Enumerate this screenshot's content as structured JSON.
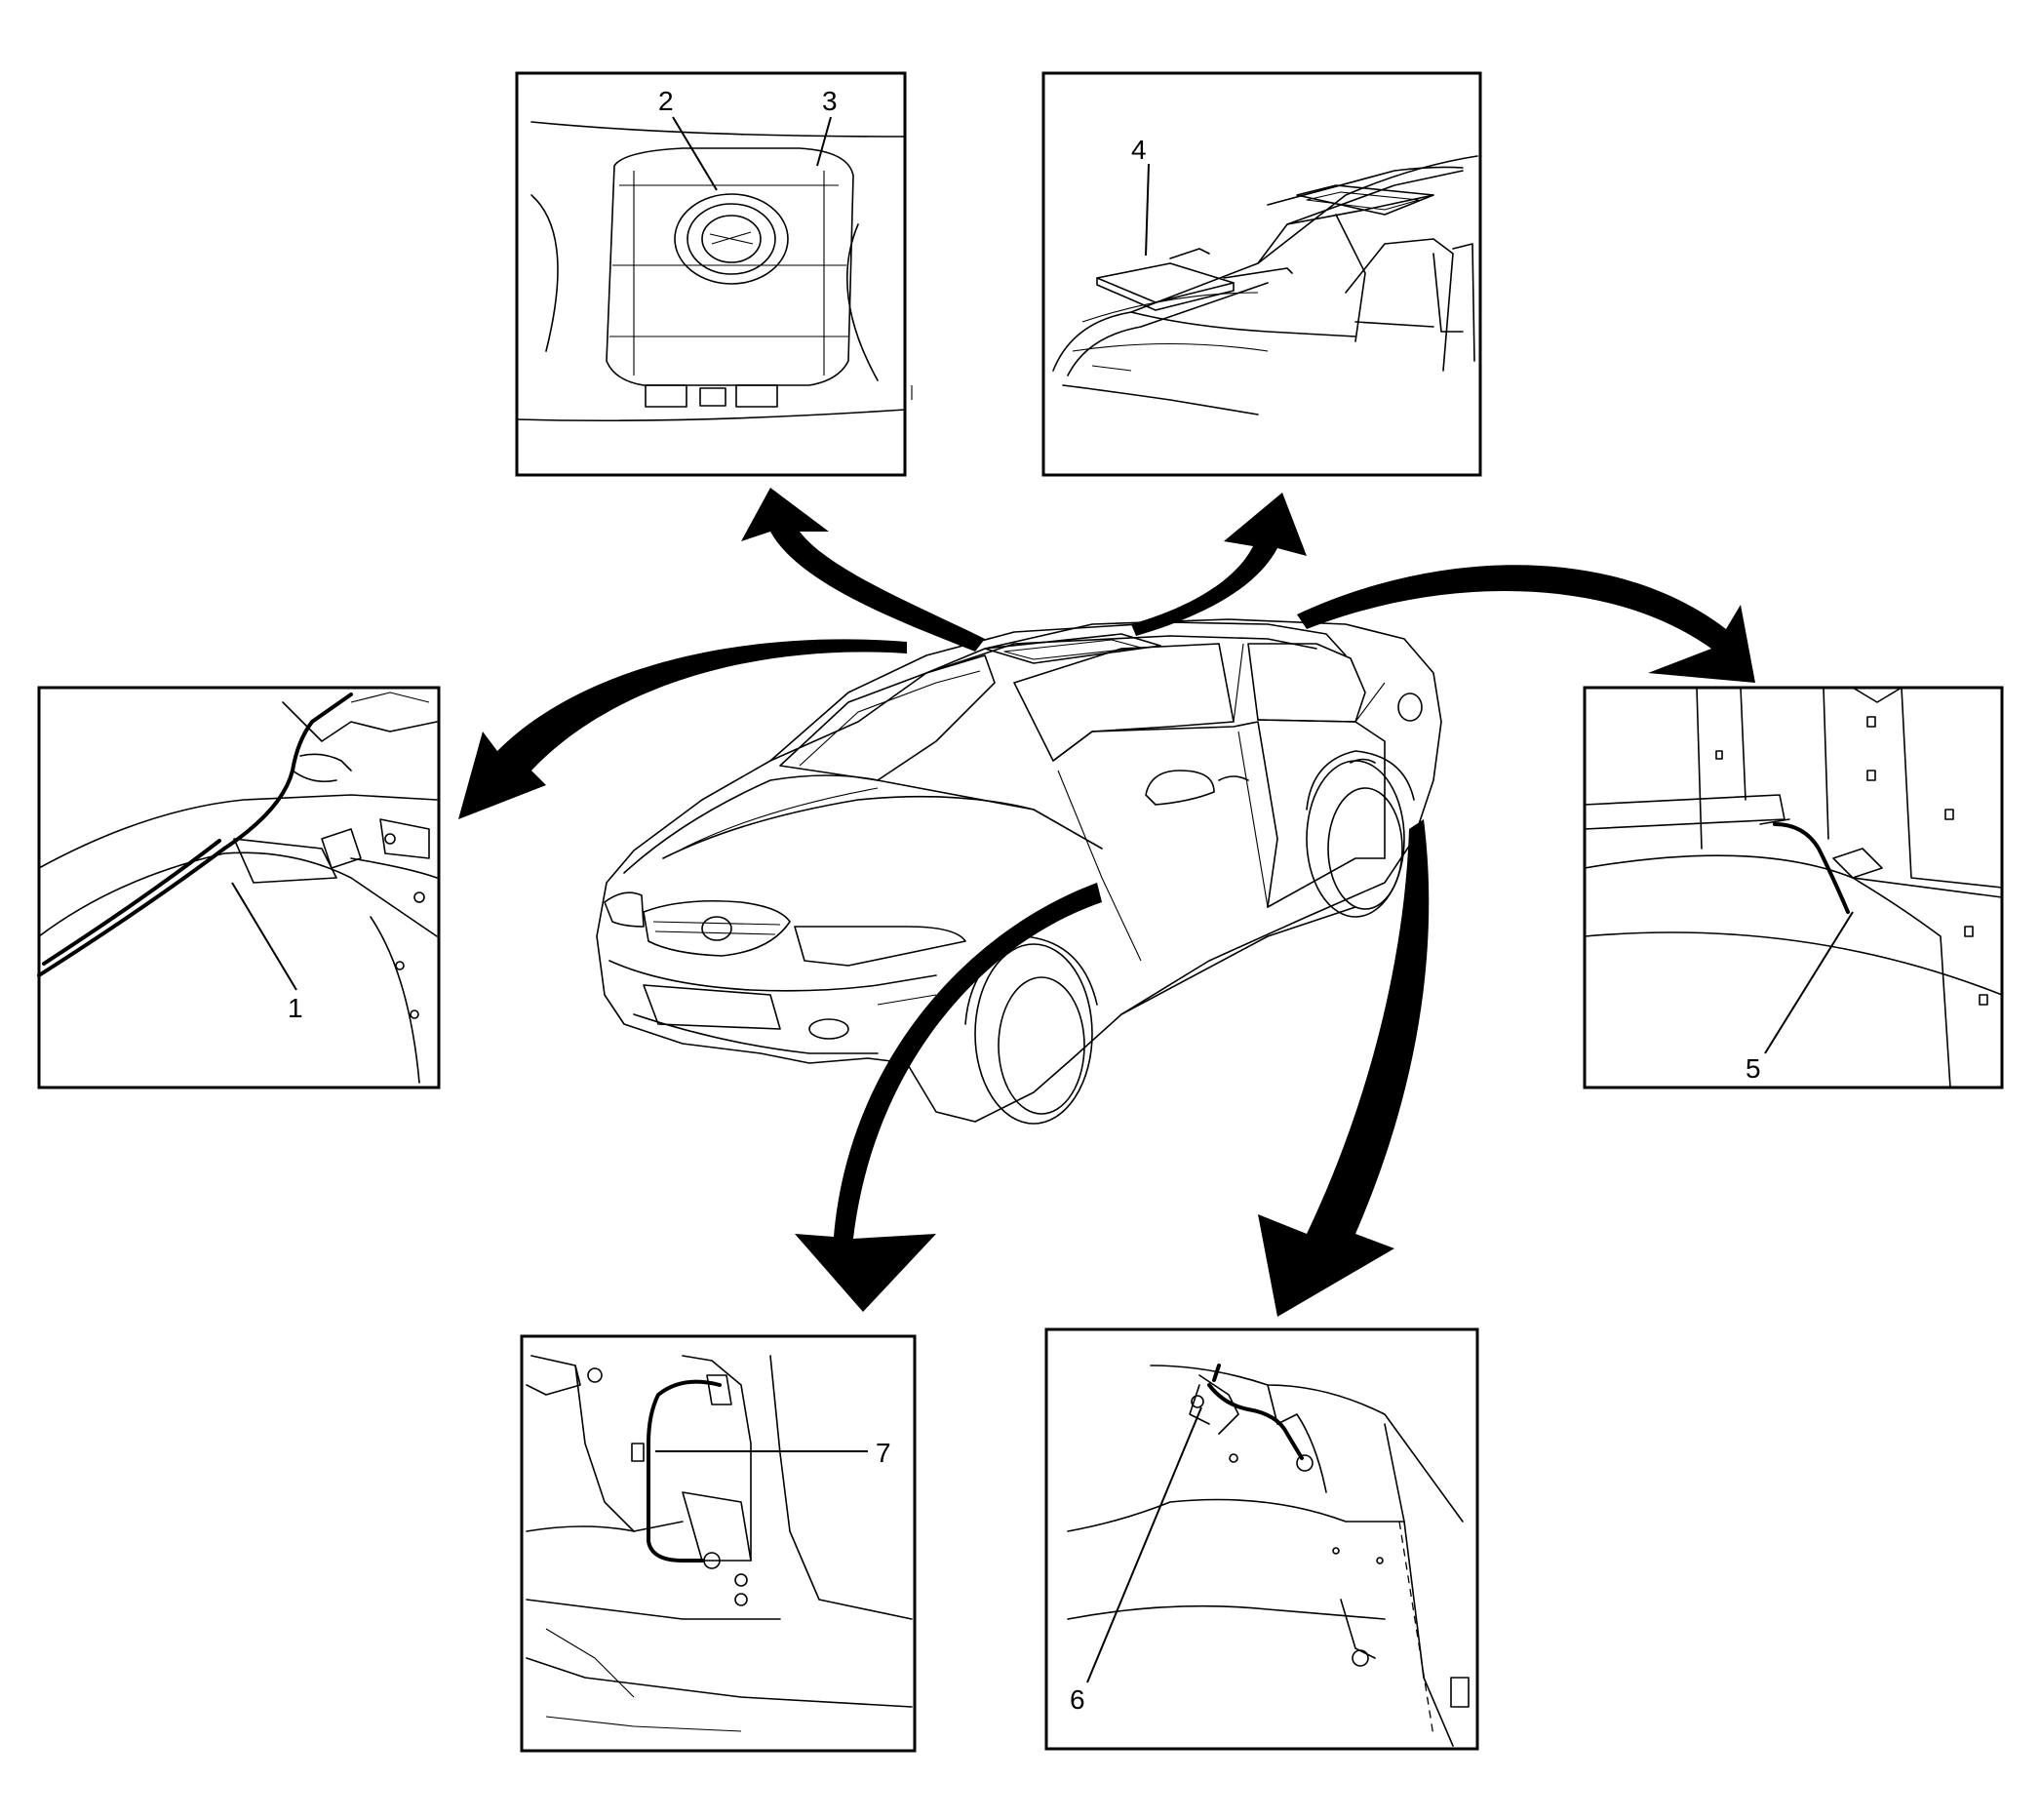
{
  "callouts": {
    "c1": "1",
    "c2": "2",
    "c3": "3",
    "c4": "4",
    "c5": "5",
    "c6": "6",
    "c7": "7"
  },
  "panels": [
    {
      "id": "overhead-console-detail",
      "callouts": [
        "2",
        "3"
      ]
    },
    {
      "id": "roof-antenna-detail",
      "callouts": [
        "4"
      ]
    },
    {
      "id": "a-pillar-cable-detail",
      "callouts": [
        "1"
      ]
    },
    {
      "id": "c-pillar-cable-detail",
      "callouts": [
        "5"
      ]
    },
    {
      "id": "b-pillar-cable-detail",
      "callouts": [
        "7"
      ]
    },
    {
      "id": "rear-quarter-cable-detail",
      "callouts": [
        "6"
      ]
    }
  ],
  "colors": {
    "line": "#000000",
    "background": "#ffffff"
  }
}
